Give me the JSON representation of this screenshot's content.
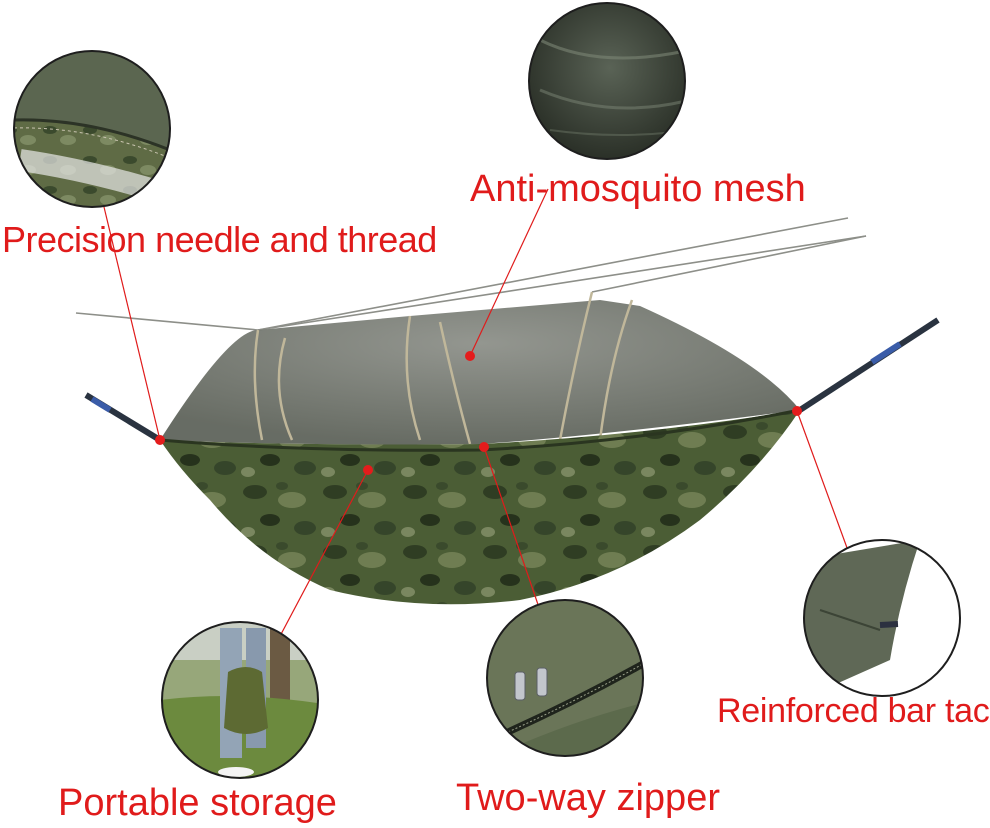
{
  "image": {
    "subject": "camping-hammock-with-mosquito-net",
    "colors": {
      "callout_text": "#e01b1b",
      "callout_line": "#e01b1b",
      "camo_dark": "#2f3d23",
      "camo_mid": "#4b5d35",
      "camo_light": "#6f7d52",
      "mesh": "#6f746c",
      "background": "#ffffff"
    }
  },
  "callouts": {
    "precision": {
      "label": "Precision needle and thread"
    },
    "mesh": {
      "label": "Anti-mosquito mesh"
    },
    "bar_tack": {
      "label": "Reinforced bar tack"
    },
    "storage": {
      "label": "Portable storage"
    },
    "zipper": {
      "label": "Two-way zipper"
    }
  }
}
